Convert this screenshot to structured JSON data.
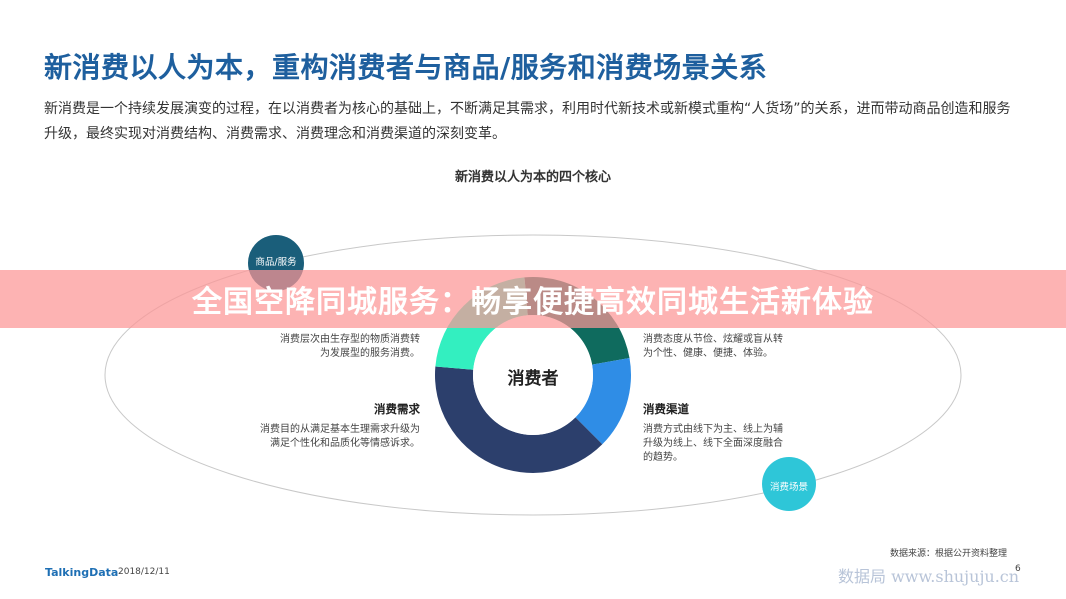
{
  "title": "新消费以人为本，重构消费者与商品/服务和消费场景关系",
  "intro": "新消费是一个持续发展演变的过程，在以消费者为核心的基础上，不断满足其需求，利用时代新技术或新模式重构“人货场”的关系，进而带动商品创造和服务升级，最终实现对消费结构、消费需求、消费理念和消费渠道的深刻变革。",
  "diagram": {
    "subtitle": "新消费以人为本的四个核心",
    "center": "消费者",
    "bubbles": {
      "goods": "商品/服务",
      "scene": "消费场景"
    },
    "quadrants": [
      {
        "body": "消费层次由生存型的物质消费转为发展型的服务消费。",
        "color": "#0f6b5e"
      },
      {
        "body": "消费态度从节俭、炫耀或盲从转为个性、健康、便捷、体验。",
        "color": "#2f8de6"
      },
      {
        "heading": "消费渠道",
        "body": "消费方式由线下为主、线上为辅升级为线上、线下全面深度融合的趋势。",
        "color": "#2c3f6c"
      },
      {
        "heading": "消费需求",
        "body": "消费目的从满足基本生理需求升级为满足个性化和品质化等情感诉求。",
        "color": "#33efc0"
      }
    ]
  },
  "banner": "全国空降同城服务：畅享便捷高效同城生活新体验",
  "footer": {
    "logo": "TalkingData",
    "date": "2018/12/11",
    "source": "数据来源：根据公开资料整理",
    "watermark": "数据局 www.shujuju.cn",
    "page": "6"
  }
}
